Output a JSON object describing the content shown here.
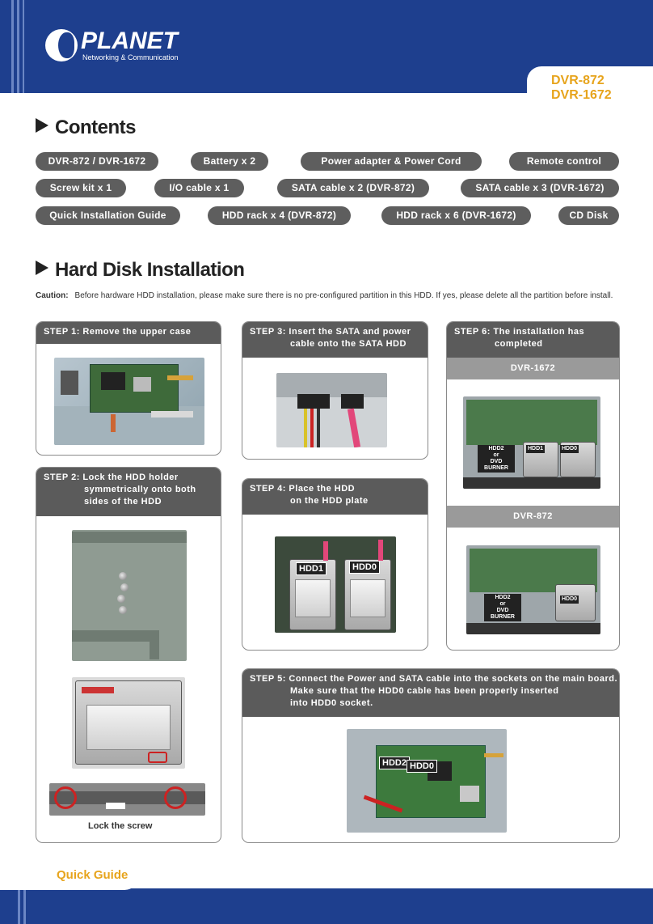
{
  "header": {
    "brand": "PLANET",
    "tagline": "Networking & Communication",
    "models": [
      "DVR-872",
      "DVR-1672"
    ]
  },
  "contents": {
    "title": "Contents",
    "items": [
      "DVR-872 / DVR-1672",
      "Battery x 2",
      "Power adapter & Power Cord",
      "Remote control",
      "Screw kit x 1",
      "I/O cable x 1",
      "SATA cable x 2 (DVR-872)",
      "SATA cable x 3 (DVR-1672)",
      "Quick Installation Guide",
      "HDD rack x 4 (DVR-872)",
      "HDD rack x 6 (DVR-1672)",
      "CD Disk"
    ]
  },
  "installation": {
    "title": "Hard Disk Installation",
    "caution_label": "Caution:",
    "caution_text": "Before hardware HDD installation, please make sure there is no pre-configured partition in this HDD. If yes, please delete all the partition before install."
  },
  "steps": {
    "step1": {
      "lines": [
        "STEP 1: Remove the upper case"
      ]
    },
    "step2": {
      "lines": [
        "STEP 2:  Lock the HDD holder",
        "symmetrically onto both",
        "sides of the HDD"
      ],
      "caption": "Lock the screw"
    },
    "step3": {
      "lines": [
        "STEP 3:  Insert the SATA and power",
        "cable onto the SATA HDD"
      ]
    },
    "step4": {
      "lines": [
        "STEP 4:  Place the HDD",
        "on the HDD plate"
      ],
      "labels": [
        "HDD1",
        "HDD0"
      ]
    },
    "step5": {
      "lines": [
        "STEP 5:  Connect the Power and SATA cable into the sockets on the main board.",
        "Make sure that the HDD0 cable has been properly inserted",
        "into HDD0 socket."
      ],
      "labels": [
        "HDD2",
        "HDD0"
      ]
    },
    "step6": {
      "lines": [
        "STEP 6:  The installation has",
        "completed"
      ],
      "dvr1672": {
        "title": "DVR-1672",
        "labels": {
          "hdd2": "HDD2",
          "or": "or",
          "burner": "DVD BURNER",
          "hdd1": "HDD1",
          "hdd0": "HDD0"
        }
      },
      "dvr872": {
        "title": "DVR-872",
        "labels": {
          "hdd2": "HDD2",
          "or": "or",
          "burner": "DVD BURNER",
          "hdd0": "HDD0"
        }
      }
    }
  },
  "footer": {
    "label": "Quick Guide"
  }
}
